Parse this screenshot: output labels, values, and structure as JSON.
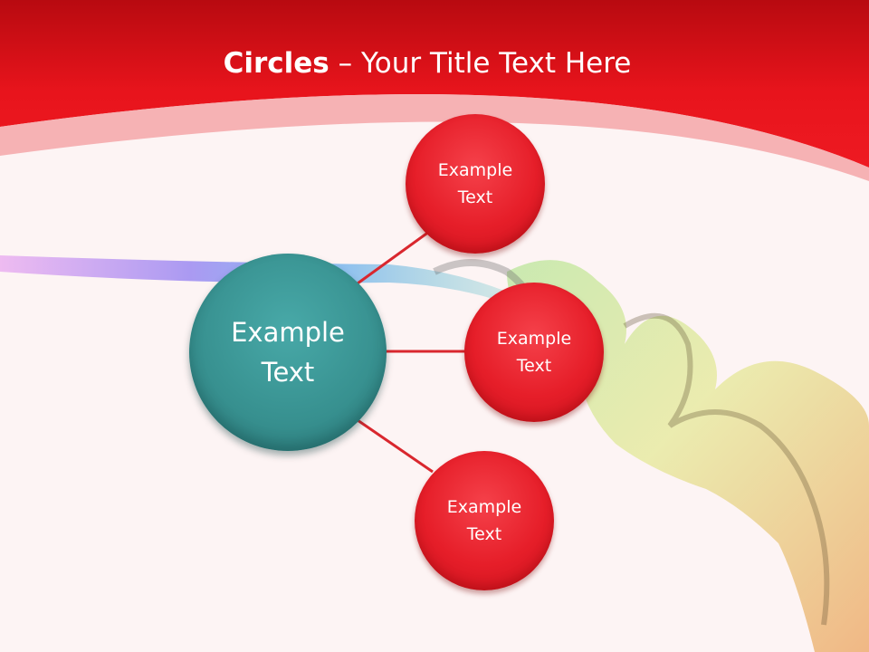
{
  "slide": {
    "title_bold": "Circles",
    "title_rest": " – Your Title Text Here"
  },
  "colors": {
    "header_red": "#e8141c",
    "center_teal": "#3a9897",
    "node_red": "#e61e29",
    "connector": "#d9272e"
  },
  "diagram": {
    "center": {
      "text": "Example Text"
    },
    "nodes": [
      {
        "text": "Example Text"
      },
      {
        "text": "Example Text"
      },
      {
        "text": "Example Text"
      }
    ]
  }
}
